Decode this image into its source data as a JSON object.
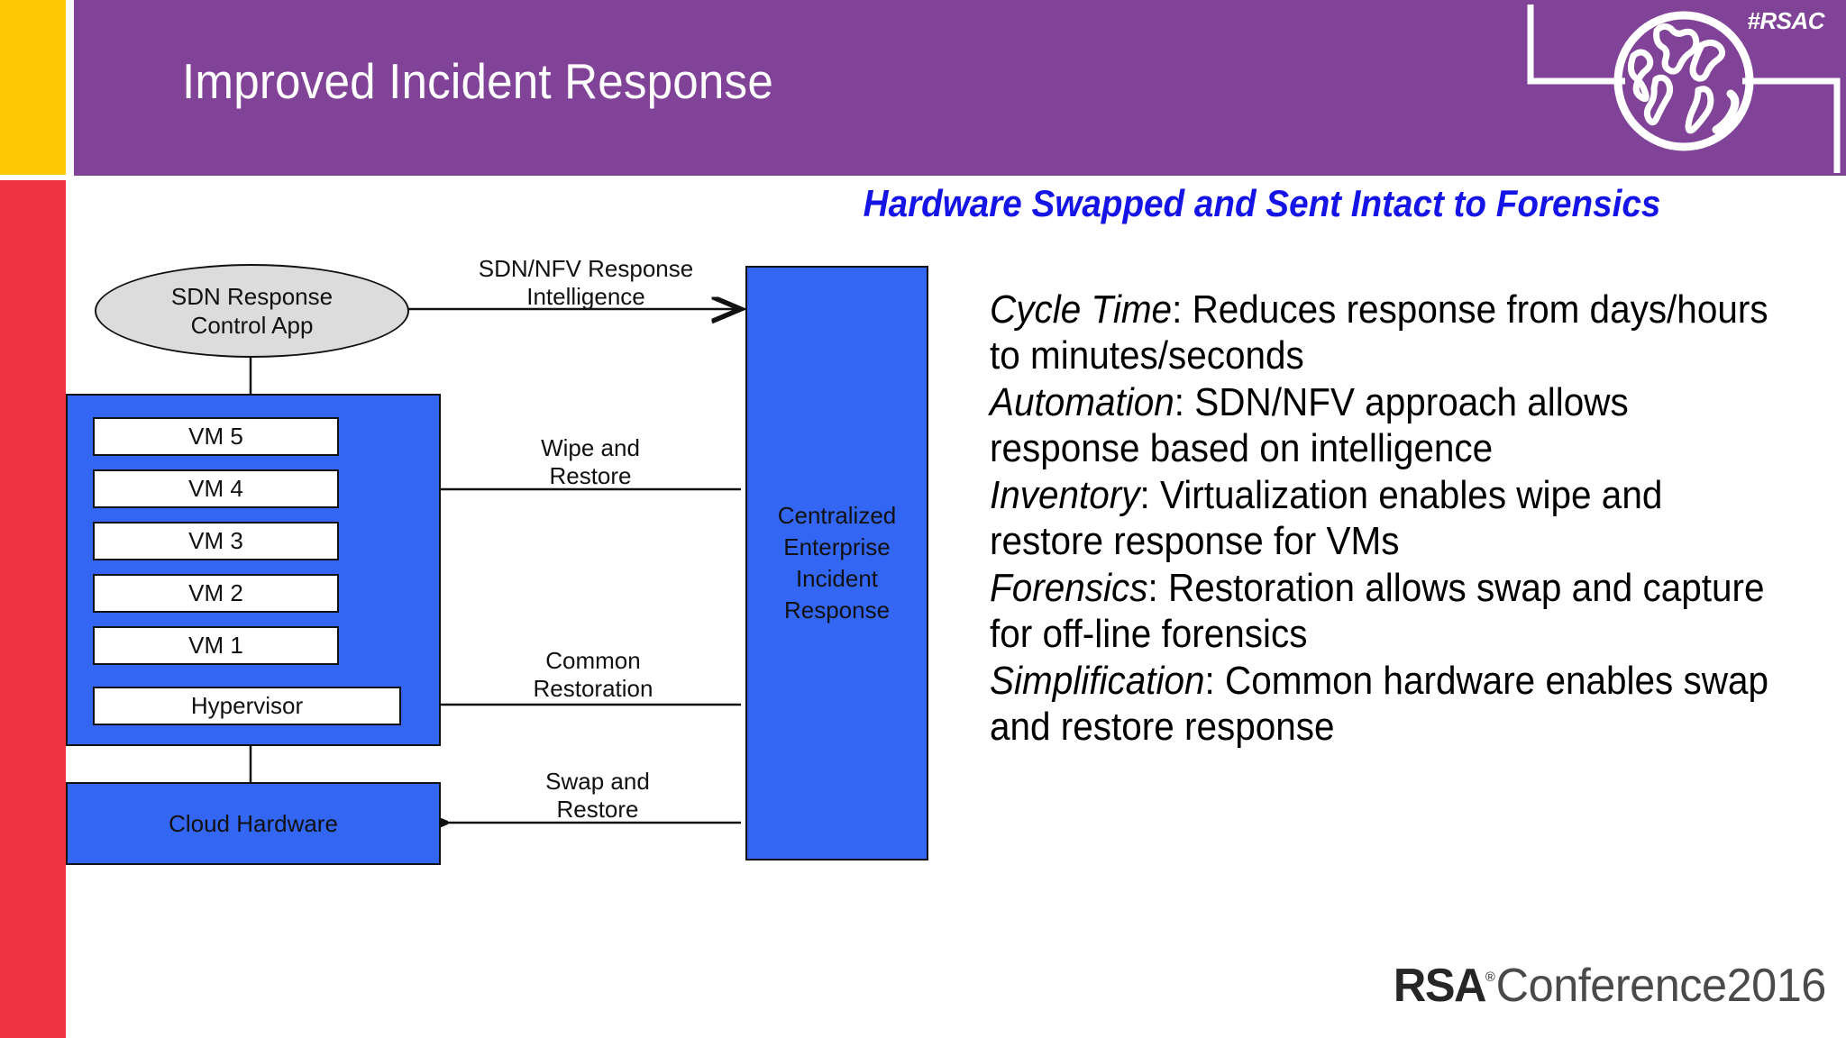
{
  "slide": {
    "title": "Improved Incident Response",
    "subtitle": "Hardware Swapped and Sent Intact to Forensics",
    "hashtag": "#RSAC"
  },
  "colors": {
    "header_purple": "#814397",
    "accent_yellow": "#FFC907",
    "accent_red": "#EE3341",
    "diagram_blue": "#3366F2",
    "ellipse_gray": "#DCDCDC",
    "subtitle_blue": "#1414E6"
  },
  "diagram": {
    "control_app": {
      "line1": "SDN Response",
      "line2": "Control App"
    },
    "vm_stack": [
      "VM 5",
      "VM 4",
      "VM 3",
      "VM 2",
      "VM 1"
    ],
    "hypervisor": "Hypervisor",
    "cloud_hardware": "Cloud Hardware",
    "incident_response": {
      "line1": "Centralized",
      "line2": "Enterprise",
      "line3": "Incident",
      "line4": "Response"
    },
    "arrows": [
      {
        "id": "sdn-intelligence",
        "label": "SDN/NFV Response\nIntelligence",
        "direction": "right"
      },
      {
        "id": "wipe-restore",
        "label": "Wipe and\nRestore",
        "direction": "left"
      },
      {
        "id": "common-restoration",
        "label": "Common\nRestoration",
        "direction": "left"
      },
      {
        "id": "swap-restore",
        "label": "Swap and\nRestore",
        "direction": "left"
      }
    ]
  },
  "bullets": [
    {
      "lead": "Cycle Time",
      "rest": ": Reduces response from days/hours to minutes/seconds"
    },
    {
      "lead": "Automation",
      "rest": ": SDN/NFV approach allows response based on intelligence"
    },
    {
      "lead": "Inventory",
      "rest": ": Virtualization enables wipe and restore response for VMs"
    },
    {
      "lead": "Forensics",
      "rest": ": Restoration allows swap and capture for off-line forensics"
    },
    {
      "lead": "Simplification",
      "rest": ": Common hardware enables swap and restore response"
    }
  ],
  "footer": {
    "brand": "RSA",
    "registered": "®",
    "conference": "Conference2016"
  }
}
